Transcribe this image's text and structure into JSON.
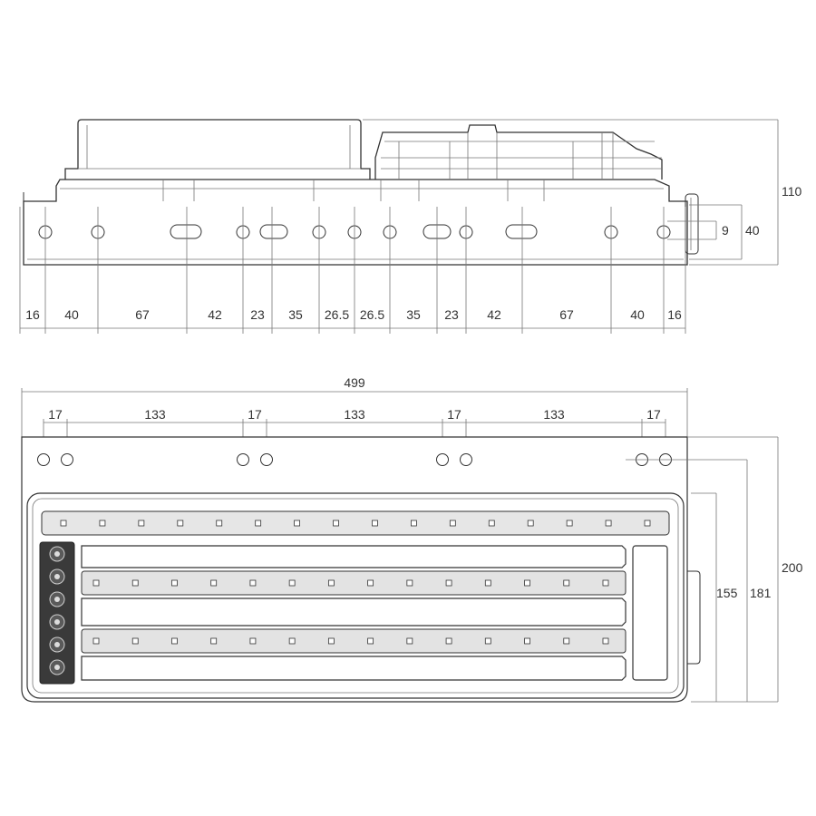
{
  "top_view": {
    "height_label": "110",
    "mount_height_label": "40",
    "connector_label": "9",
    "spacing_labels": [
      "16",
      "40",
      "67",
      "42",
      "23",
      "35",
      "26.5",
      "26.5",
      "35",
      "23",
      "42",
      "67",
      "40",
      "16"
    ]
  },
  "front_view": {
    "total_width_label": "499",
    "hole_spacing_labels": [
      "17",
      "133",
      "17",
      "133",
      "17",
      "133",
      "17"
    ],
    "lens_height_label": "155",
    "hole_to_bottom_label": "181",
    "total_height_label": "200"
  }
}
